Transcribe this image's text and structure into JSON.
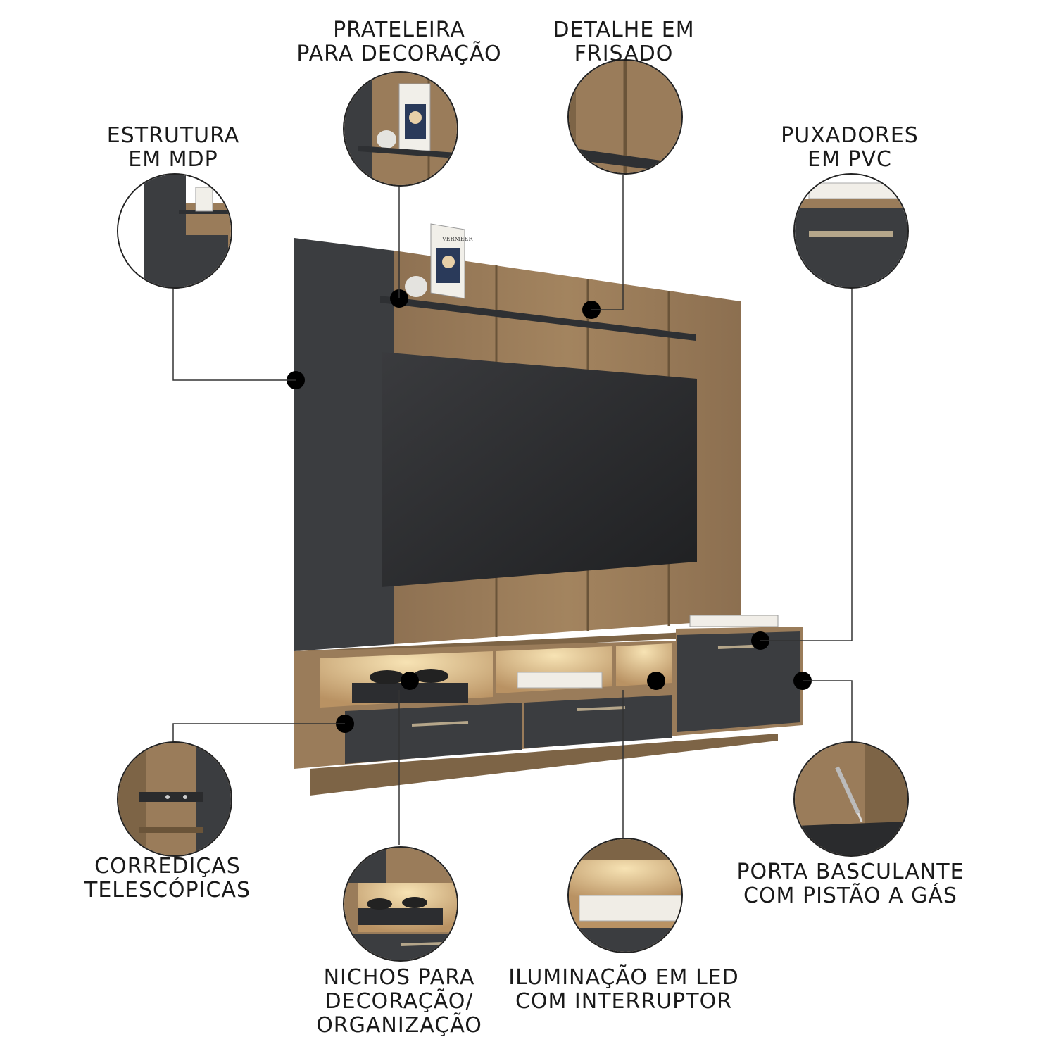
{
  "labels": {
    "prateleira": "PRATELEIRA\nPARA DECORAÇÃO",
    "detalhe": "DETALHE EM\nFRISADO",
    "estrutura": "ESTRUTURA\nEM MDP",
    "puxadores": "PUXADORES\nEM PVC",
    "corredicas": "CORREDIÇAS\nTELESCÓPICAS",
    "porta": "PORTA BASCULANTE\nCOM PISTÃO A GÁS",
    "nichos": "NICHOS PARA\nDECORAÇÃO/\nORGANIZAÇÃO",
    "iluminacao": "ILUMINAÇÃO EM LED\nCOM INTERRUPTOR"
  },
  "book_text": "VERMEER",
  "colors": {
    "wood": "#9a7c5a",
    "wood_dark": "#7d6446",
    "graphite": "#3b3d40",
    "tv": "#2b2c2e",
    "led": "#f3dca8",
    "line": "#333333"
  }
}
